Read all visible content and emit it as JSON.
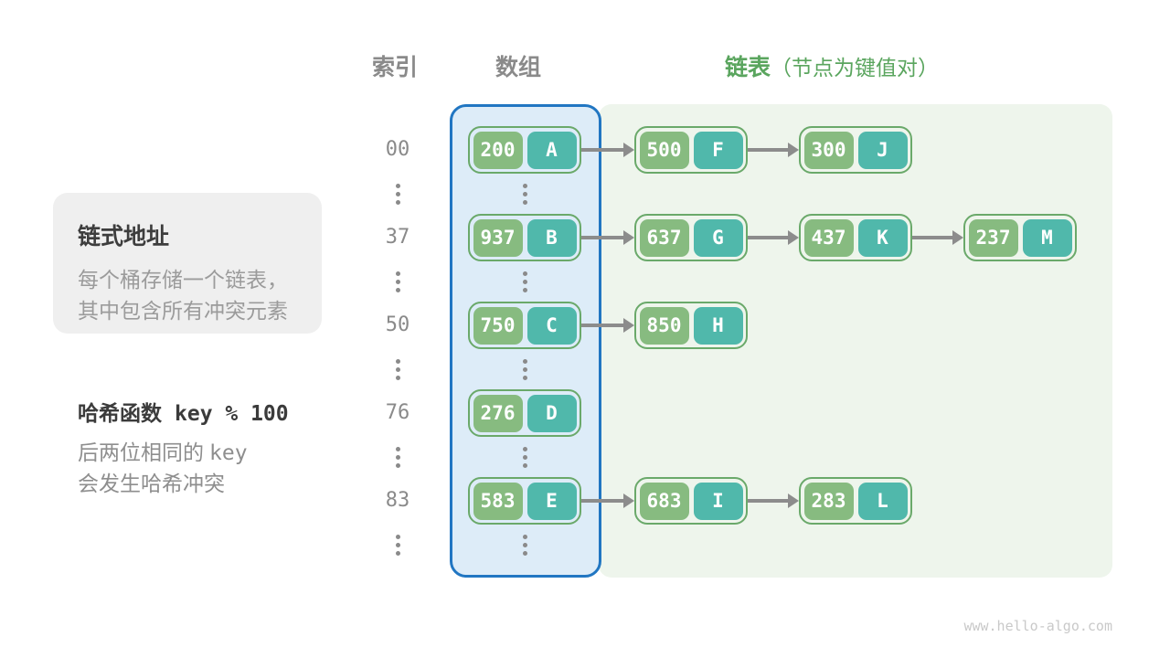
{
  "headers": {
    "index": "索引",
    "array": "数组",
    "list": "链表",
    "list_note": "（节点为键值对）"
  },
  "info_box": {
    "title": "链式地址",
    "lines": [
      "每个桶存储一个链表，",
      "其中包含所有冲突元素"
    ]
  },
  "hash_note": {
    "label": "哈希函数",
    "code": "key % 100",
    "line2_text": "后两位相同的",
    "line2_code": "key",
    "line3": "会发生哈希冲突"
  },
  "hash_table": {
    "rows": [
      {
        "index": "00",
        "bucket": {
          "key": "200",
          "value": "A"
        },
        "chain": [
          {
            "key": "500",
            "value": "F"
          },
          {
            "key": "300",
            "value": "J"
          }
        ]
      },
      {
        "index": "37",
        "bucket": {
          "key": "937",
          "value": "B"
        },
        "chain": [
          {
            "key": "637",
            "value": "G"
          },
          {
            "key": "437",
            "value": "K"
          },
          {
            "key": "237",
            "value": "M"
          }
        ]
      },
      {
        "index": "50",
        "bucket": {
          "key": "750",
          "value": "C"
        },
        "chain": [
          {
            "key": "850",
            "value": "H"
          }
        ]
      },
      {
        "index": "76",
        "bucket": {
          "key": "276",
          "value": "D"
        },
        "chain": []
      },
      {
        "index": "83",
        "bucket": {
          "key": "583",
          "value": "E"
        },
        "chain": [
          {
            "key": "683",
            "value": "I"
          },
          {
            "key": "283",
            "value": "L"
          }
        ]
      }
    ]
  },
  "watermark": "www.hello-algo.com",
  "colors": {
    "key_green": "#87bb80",
    "value_teal": "#50b8ab",
    "node_border": "#6aa96a",
    "array_bg": "#ddecf8",
    "array_border": "#2176c2",
    "list_bg": "#eef5ec",
    "header_green": "#5aa55e",
    "gray_text": "#8a8a8a",
    "dark_text": "#3b3b3b",
    "arrow_gray": "#8c8c8c",
    "info_box_bg": "#efefef"
  }
}
